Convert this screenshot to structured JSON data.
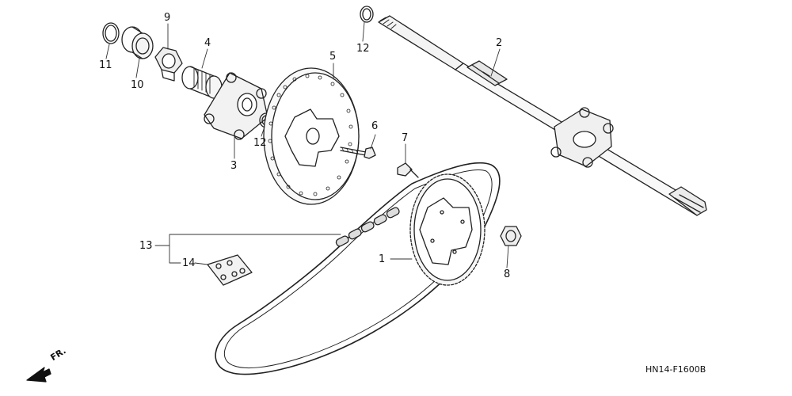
{
  "diagram": {
    "callouts": {
      "c1": "1",
      "c2": "2",
      "c3": "3",
      "c4": "4",
      "c5": "5",
      "c6": "6",
      "c7": "7",
      "c8": "8",
      "c9": "9",
      "c10": "10",
      "c11": "11",
      "c12a": "12",
      "c12b": "12",
      "c13": "13",
      "c14": "14"
    },
    "direction_label": "FR.",
    "diagram_code": "HN14-F1600B"
  }
}
